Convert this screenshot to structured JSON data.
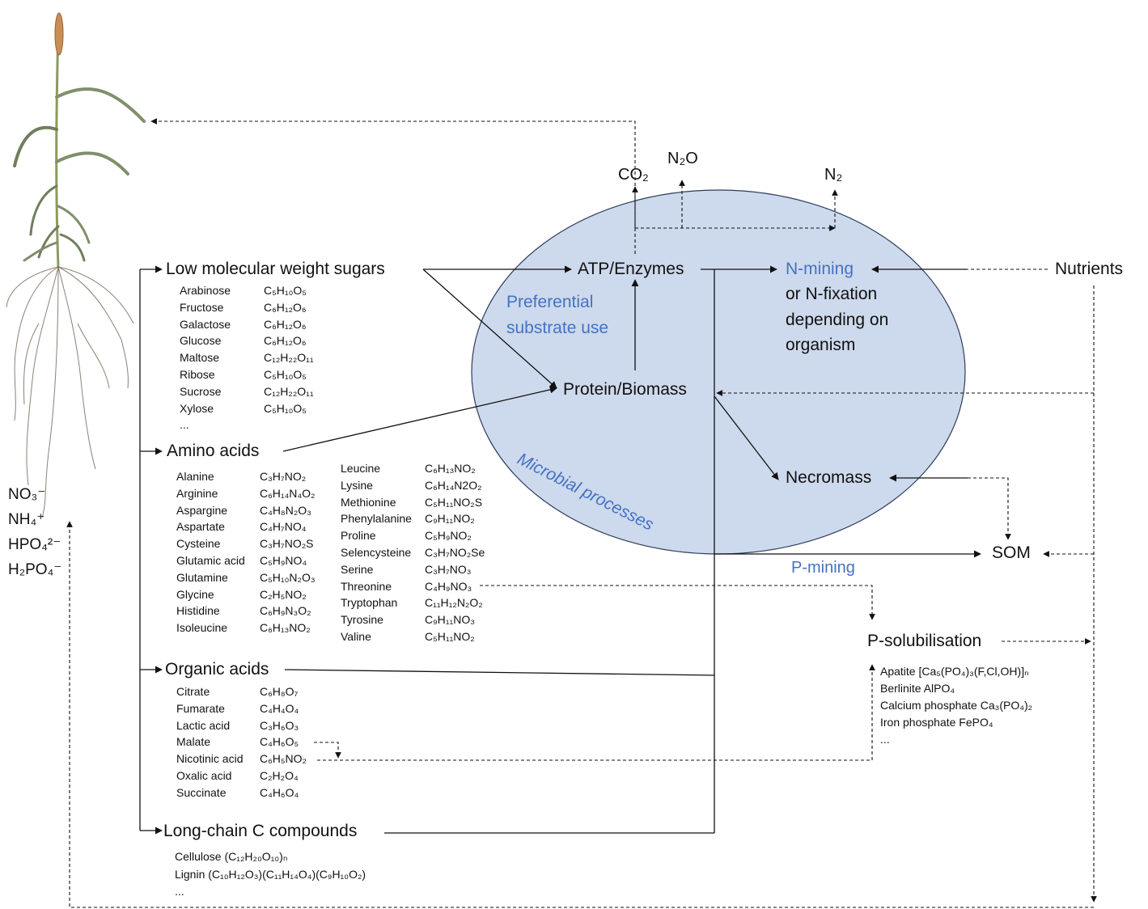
{
  "gases": {
    "co2": "CO₂",
    "n2o": "N₂O",
    "n2": "N₂"
  },
  "nodes": {
    "lmw_sugars": "Low molecular weight sugars",
    "amino_acids": "Amino acids",
    "organic_acids": "Organic acids",
    "long_chain": "Long-chain C compounds",
    "atp": "ATP/Enzymes",
    "protein": "Protein/Biomass",
    "necromass": "Necromass",
    "som": "SOM",
    "nutrients": "Nutrients",
    "n_mining": "N-mining",
    "n_fixation": [
      "or N-fixation",
      "depending on",
      "organism"
    ],
    "preferential": [
      "Preferential",
      "substrate use"
    ],
    "microbial": "Microbial processes",
    "p_mining": "P-mining",
    "p_solubilisation": "P-solubilisation"
  },
  "ions": [
    "NO₃⁻",
    "NH₄⁺",
    "HPO₄²⁻",
    "H₂PO₄⁻"
  ],
  "sugars": [
    {
      "name": "Arabinose",
      "formula": "C₅H₁₀O₅"
    },
    {
      "name": "Fructose",
      "formula": "C₆H₁₂O₆"
    },
    {
      "name": "Galactose",
      "formula": "C₆H₁₂O₆"
    },
    {
      "name": "Glucose",
      "formula": "C₆H₁₂O₆"
    },
    {
      "name": "Maltose",
      "formula": "C₁₂H₂₂O₁₁"
    },
    {
      "name": "Ribose",
      "formula": "C₅H₁₀O₅"
    },
    {
      "name": "Sucrose",
      "formula": "C₁₂H₂₂O₁₁"
    },
    {
      "name": "Xylose",
      "formula": "C₅H₁₀O₅"
    },
    {
      "name": "...",
      "formula": ""
    }
  ],
  "amino_left": [
    {
      "name": "Alanine",
      "formula": "C₃H₇NO₂"
    },
    {
      "name": "Arginine",
      "formula": "C₆H₁₄N₄O₂"
    },
    {
      "name": "Aspargine",
      "formula": "C₄H₈N₂O₃"
    },
    {
      "name": "Aspartate",
      "formula": "C₄H₇NO₄"
    },
    {
      "name": "Cysteine",
      "formula": "C₃H₇NO₂S"
    },
    {
      "name": "Glutamic acid",
      "formula": "C₅H₉NO₄"
    },
    {
      "name": "Glutamine",
      "formula": "C₅H₁₀N₂O₃"
    },
    {
      "name": "Glycine",
      "formula": "C₂H₅NO₂"
    },
    {
      "name": "Histidine",
      "formula": "C₆H₉N₃O₂"
    },
    {
      "name": "Isoleucine",
      "formula": "C₆H₁₃NO₂"
    }
  ],
  "amino_right": [
    {
      "name": "Leucine",
      "formula": "C₆H₁₃NO₂"
    },
    {
      "name": "Lysine",
      "formula": "C₆H₁₄N2O₂"
    },
    {
      "name": "Methionine",
      "formula": "C₅H₁₁NO₂S"
    },
    {
      "name": "Phenylalanine",
      "formula": "C₉H₁₁NO₂"
    },
    {
      "name": "Proline",
      "formula": "C₅H₉NO₂"
    },
    {
      "name": "Selencysteine",
      "formula": "C₃H₇NO₂Se"
    },
    {
      "name": "Serine",
      "formula": "C₃H₇NO₃"
    },
    {
      "name": "Threonine",
      "formula": "C₄H₉NO₃"
    },
    {
      "name": "Tryptophan",
      "formula": "C₁₁H₁₂N₂O₂"
    },
    {
      "name": "Tyrosine",
      "formula": "C₉H₁₁NO₃"
    },
    {
      "name": "Valine",
      "formula": "C₅H₁₁NO₂"
    }
  ],
  "organic_acids": [
    {
      "name": "Citrate",
      "formula": "C₆H₈O₇"
    },
    {
      "name": "Fumarate",
      "formula": "C₄H₄O₄"
    },
    {
      "name": "Lactic acid",
      "formula": "C₃H₆O₃"
    },
    {
      "name": "Malate",
      "formula": "C₄H₆O₅"
    },
    {
      "name": "Nicotinic acid",
      "formula": "C₆H₅NO₂"
    },
    {
      "name": "Oxalic acid",
      "formula": "C₂H₂O₄"
    },
    {
      "name": "Succinate",
      "formula": "C₄H₆O₄"
    }
  ],
  "long_chain": [
    "Cellulose (C₁₂H₂₀O₁₀)ₙ",
    "Lignin (C₁₀H₁₂O₃)(C₁₁H₁₄O₄)(C₉H₁₀O₂)",
    "..."
  ],
  "phosphates": [
    "Apatite [Ca₅(PO₄)₃(F,Cl,OH)]ₙ",
    "Berlinite AlPO₄",
    "Calcium phosphate Ca₃(PO₄)₂",
    "Iron phosphate FePO₄",
    "..."
  ],
  "colors": {
    "ellipse_fill": "#cdd9ec",
    "ellipse_stroke": "#2f3d5c",
    "accent_blue": "#4472C4",
    "line": "#111111"
  }
}
